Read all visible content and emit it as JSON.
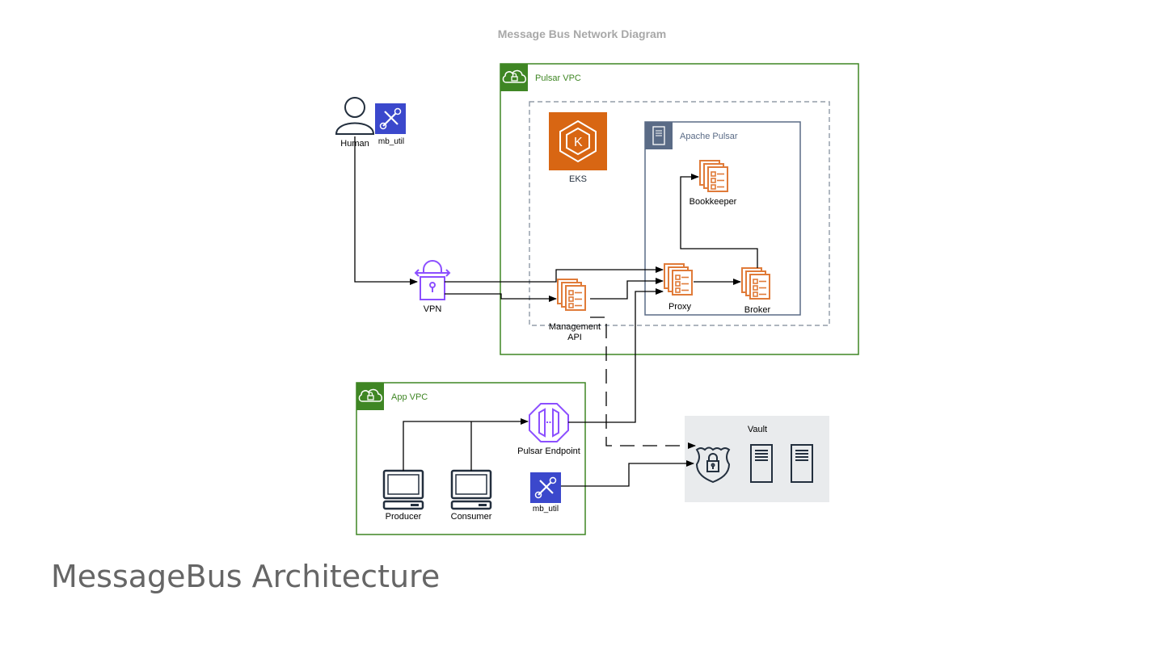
{
  "diagram": {
    "title": "Message Bus Network Diagram",
    "groups": {
      "pulsar_vpc": {
        "label": "Pulsar VPC",
        "icon": "cloud-lock-icon",
        "color": "#3f8624"
      },
      "apache_pulsar": {
        "label": "Apache Pulsar",
        "icon": "server-icon",
        "color": "#5a6b86"
      },
      "app_vpc": {
        "label": "App VPC",
        "icon": "cloud-lock-icon",
        "color": "#3f8624"
      },
      "vault": {
        "label": "Vault",
        "color": "#e9ebed"
      }
    },
    "nodes": {
      "human": {
        "label": "Human",
        "icon": "user-icon"
      },
      "mb_util_top": {
        "label": "mb_util",
        "icon": "tools-icon"
      },
      "vpn": {
        "label": "VPN",
        "icon": "vpn-lock-icon"
      },
      "eks": {
        "label": "EKS",
        "icon": "kubernetes-icon"
      },
      "bookkeeper": {
        "label": "Bookkeeper",
        "icon": "document-stack-icon"
      },
      "proxy": {
        "label": "Proxy",
        "icon": "document-stack-icon"
      },
      "broker": {
        "label": "Broker",
        "icon": "document-stack-icon"
      },
      "management_api": {
        "label_line1": "Management",
        "label_line2": "API",
        "icon": "document-stack-icon"
      },
      "pulsar_endpoint": {
        "label": "Pulsar Endpoint",
        "icon": "endpoint-icon"
      },
      "producer": {
        "label": "Producer",
        "icon": "computer-icon"
      },
      "consumer": {
        "label": "Consumer",
        "icon": "computer-icon"
      },
      "mb_util_bottom": {
        "label": "mb_util",
        "icon": "tools-icon"
      },
      "vault_shield": {
        "icon": "shield-lock-icon"
      },
      "vault_server_1": {
        "icon": "server-icon"
      },
      "vault_server_2": {
        "icon": "server-icon"
      }
    },
    "edges": [
      {
        "from": "human",
        "to": "vpn",
        "style": "solid"
      },
      {
        "from": "vpn",
        "to": "proxy",
        "style": "solid"
      },
      {
        "from": "vpn",
        "to": "management_api",
        "style": "solid"
      },
      {
        "from": "management_api",
        "to": "proxy",
        "style": "solid"
      },
      {
        "from": "pulsar_endpoint",
        "to": "proxy",
        "style": "solid"
      },
      {
        "from": "proxy",
        "to": "broker",
        "style": "solid"
      },
      {
        "from": "broker",
        "to": "bookkeeper",
        "style": "solid"
      },
      {
        "from": "producer",
        "to": "pulsar_endpoint",
        "style": "solid"
      },
      {
        "from": "consumer",
        "to": "pulsar_endpoint",
        "style": "solid"
      },
      {
        "from": "management_api",
        "to": "vault_shield",
        "style": "dashed"
      },
      {
        "from": "mb_util_bottom",
        "to": "vault_shield",
        "style": "solid"
      }
    ],
    "colors": {
      "vpc_green": "#3f8624",
      "orange": "#e07b39",
      "eks_orange": "#d86613",
      "purple": "#8c4fff",
      "tool_blue": "#3b48cc",
      "dark_icon": "#232f3e",
      "pulsar_group": "#5a6b86"
    }
  },
  "page": {
    "title": "MessageBus Architecture"
  }
}
